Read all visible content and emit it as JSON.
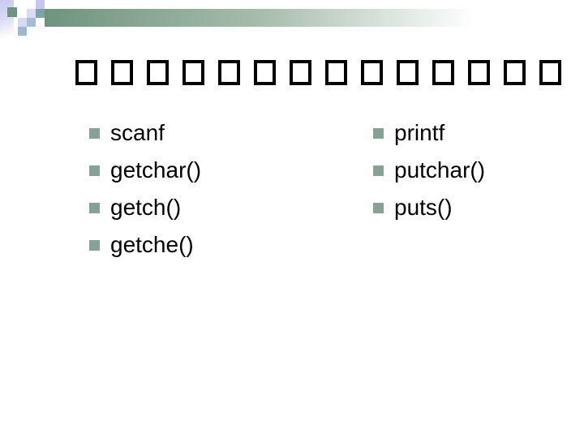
{
  "slide": {
    "kind": "presentation-slide",
    "background": "#ffffff",
    "title": {
      "missing_glyph_char": "□",
      "missing_glyph_count": 14,
      "note": "title renders as hollow missing-glyph boxes"
    },
    "bullet_columns": [
      {
        "name": "input-functions",
        "items": [
          "scanf",
          "getchar()",
          "getch()",
          "getche()"
        ]
      },
      {
        "name": "output-functions",
        "items": [
          "printf",
          "putchar()",
          "puts()"
        ]
      }
    ],
    "colors": {
      "bullet_square": "#86a294",
      "title_box_border": "#000000",
      "header_bar_start": "#6e947e",
      "header_bar_end": "#ffffff",
      "corner_lavender": "#c6c6f0",
      "corner_pale_lavender": "#dadaf7",
      "corner_green": "#6f947e",
      "corner_teal": "#7da2a8",
      "corner_blue": "#a3bdd2"
    }
  }
}
